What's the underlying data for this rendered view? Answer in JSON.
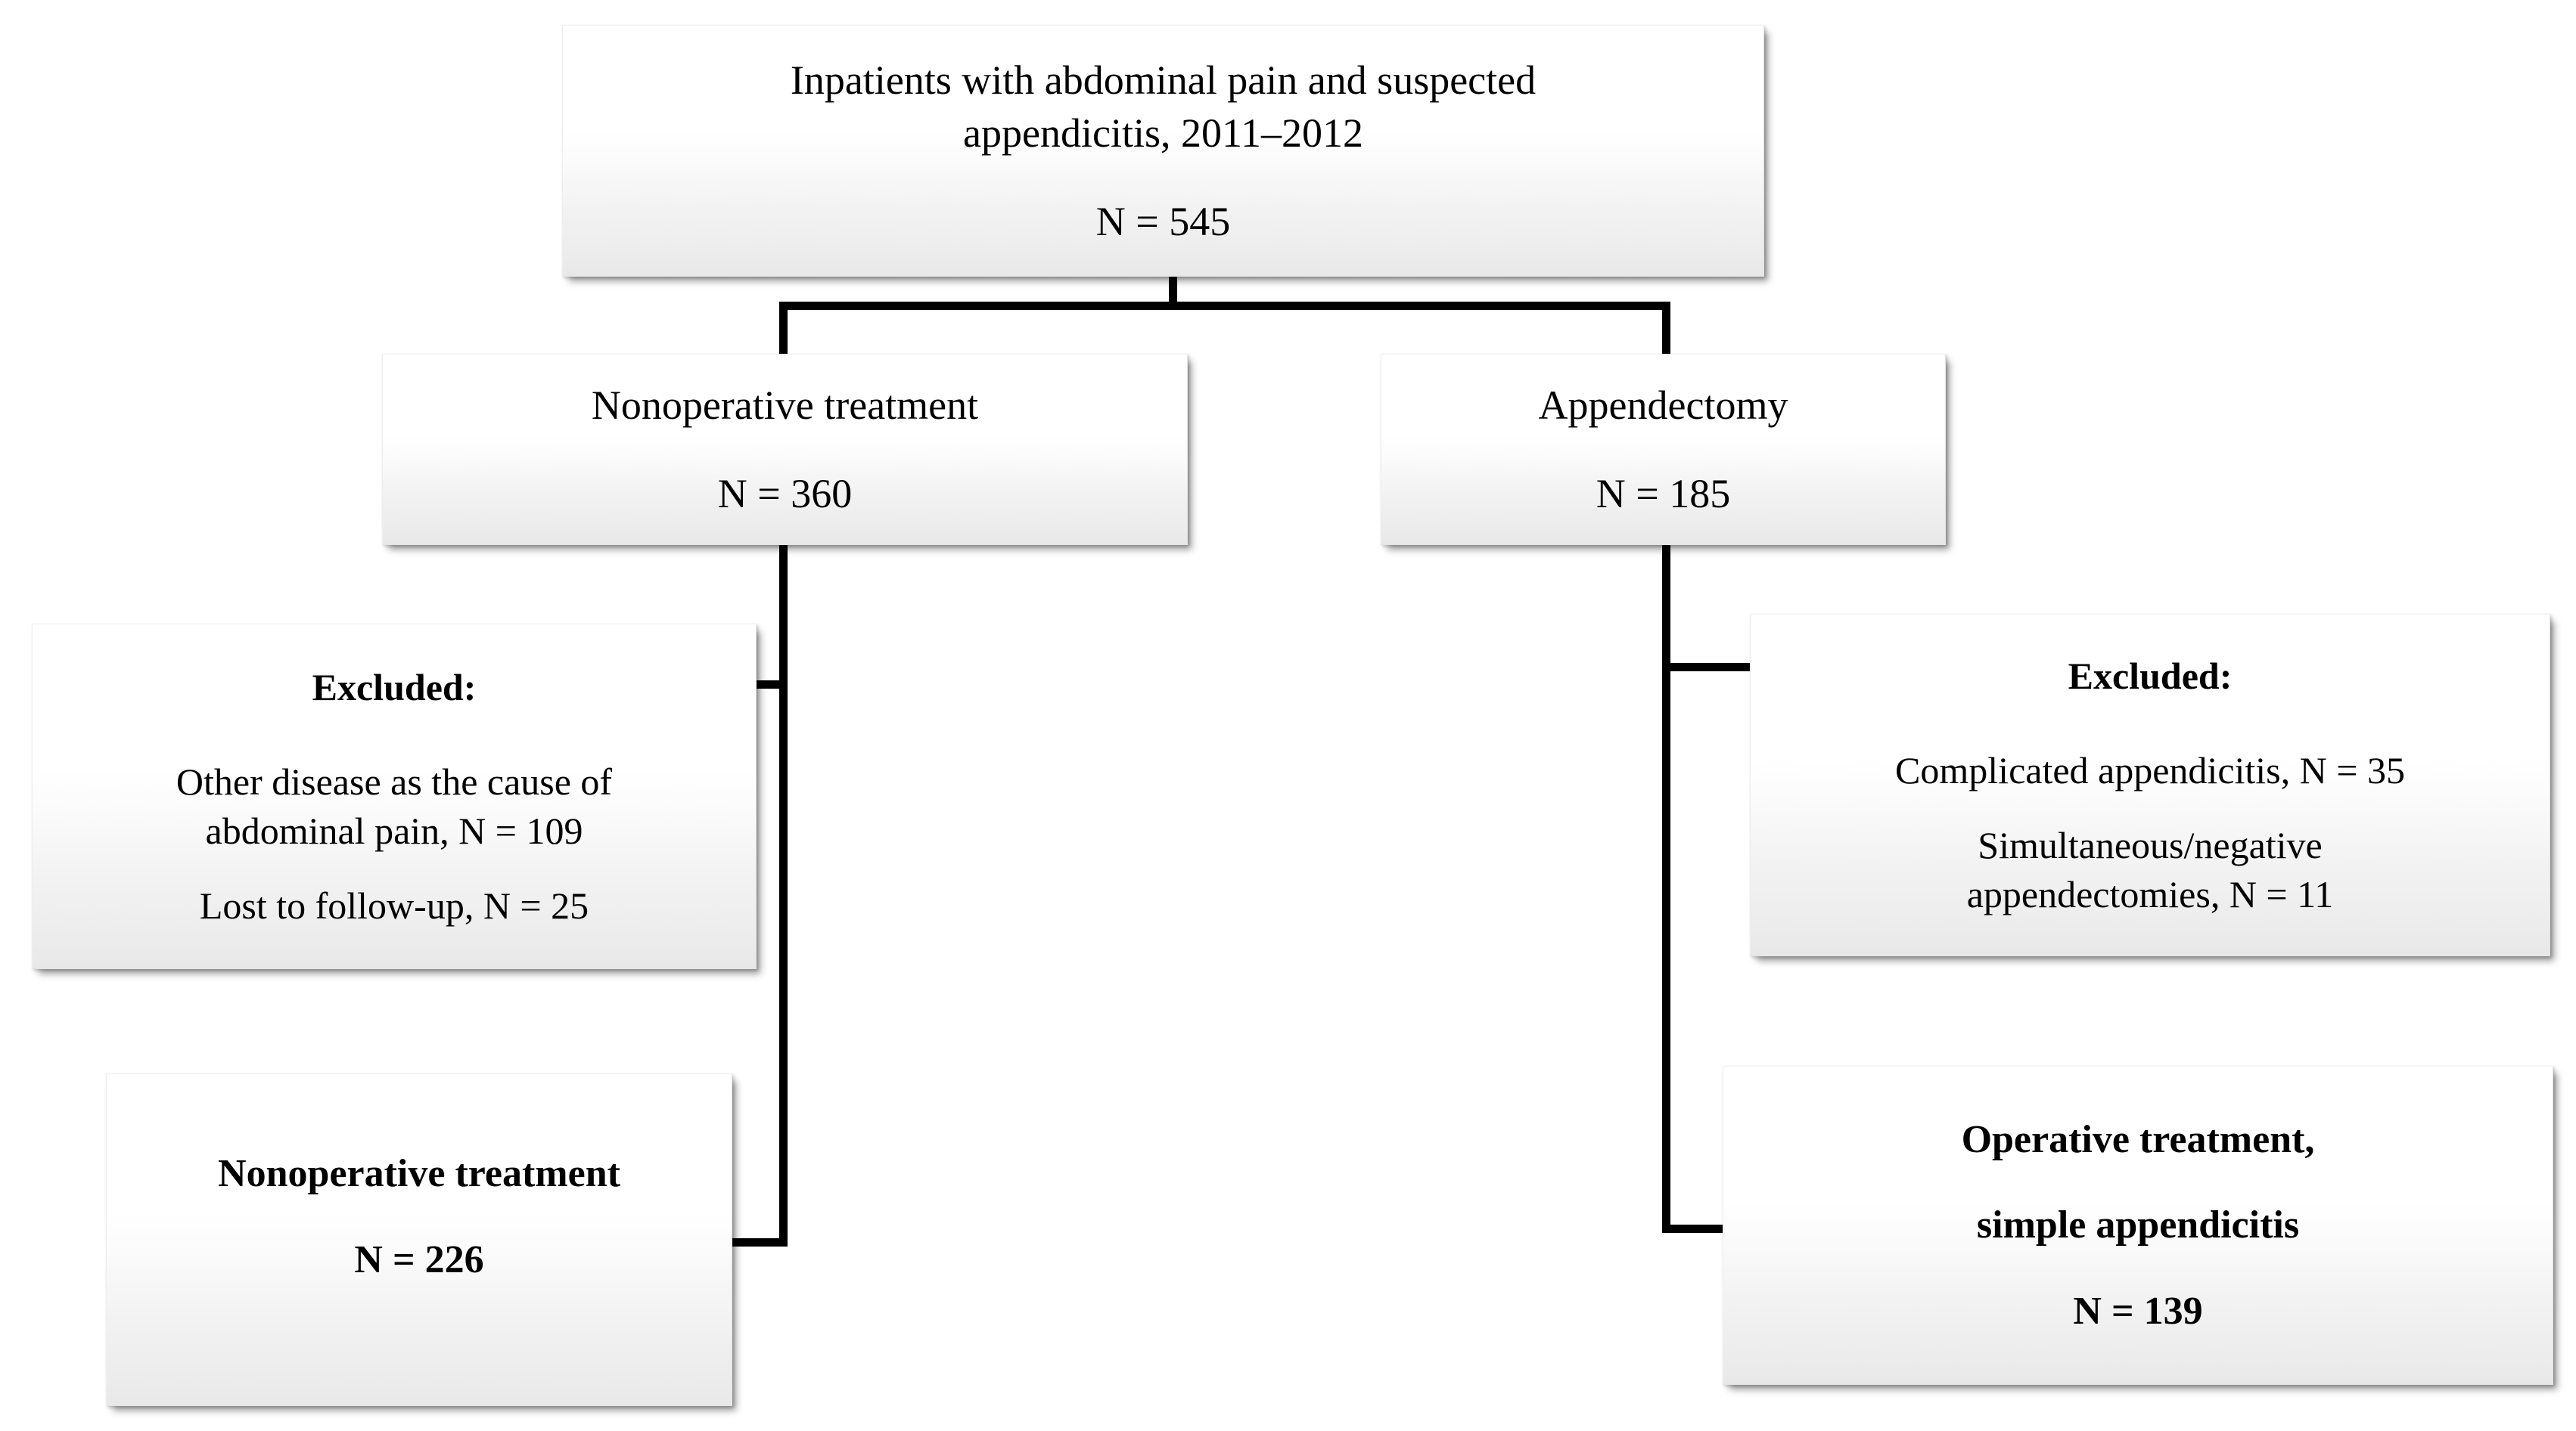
{
  "diagram": {
    "title": "Patient flow diagram - inpatients with suspected appendicitis",
    "line_color": "#000000",
    "box_fill_top": "#ffffff",
    "box_fill_bottom": "#e8e8e8",
    "text_color": "#000000"
  },
  "nodes": {
    "root": {
      "line1": "Inpatients with abdominal pain and suspected",
      "line2": "appendicitis, 2011–2012",
      "line3": "N = 545",
      "n": 545
    },
    "nonoperative": {
      "line1": "Nonoperative treatment",
      "line2": "N = 360",
      "n": 360
    },
    "appendectomy": {
      "line1": "Appendectomy",
      "line2": "N = 185",
      "n": 185
    },
    "excluded_left": {
      "heading": "Excluded:",
      "line1": "Other disease as the cause of",
      "line2": "abdominal pain, N = 109",
      "line3": "Lost to follow-up, N = 25",
      "other_disease_n": 109,
      "lost_to_followup_n": 25
    },
    "excluded_right": {
      "heading": "Excluded:",
      "line1": "Complicated appendicitis, N = 35",
      "line2": "Simultaneous/negative",
      "line3": "appendectomies, N = 11",
      "complicated_n": 35,
      "simultaneous_negative_n": 11
    },
    "outcome_left": {
      "line1": "Nonoperative treatment",
      "line2": "N = 226",
      "n": 226
    },
    "outcome_right": {
      "line1": "Operative treatment,",
      "line2": "simple appendicitis",
      "line3": "N = 139",
      "n": 139
    }
  }
}
